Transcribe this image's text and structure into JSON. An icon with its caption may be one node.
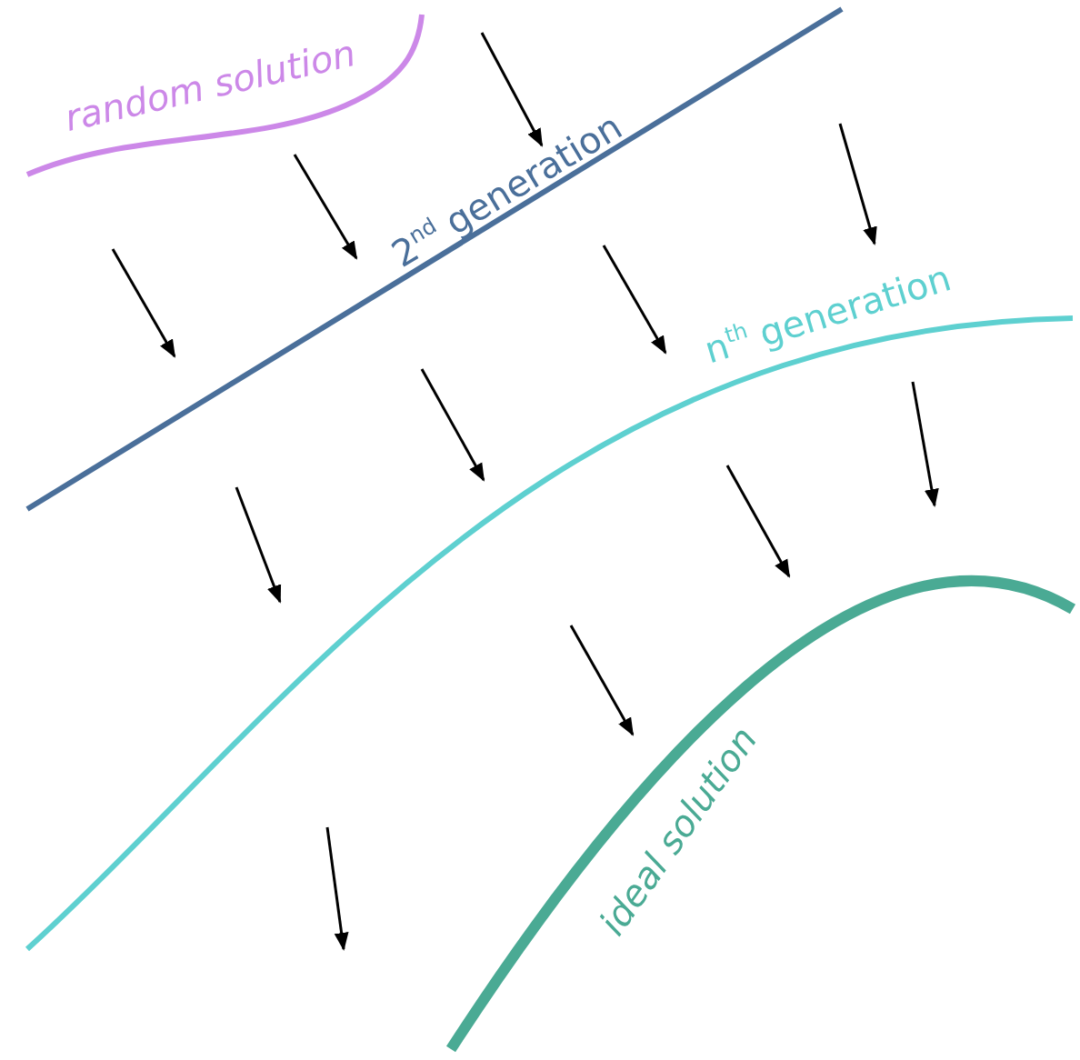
{
  "diagram": {
    "labels": [
      "random solution",
      "2$^{nd}$ generation",
      "n$^{th}$ generation",
      "ideal solution"
    ]
  }
}
